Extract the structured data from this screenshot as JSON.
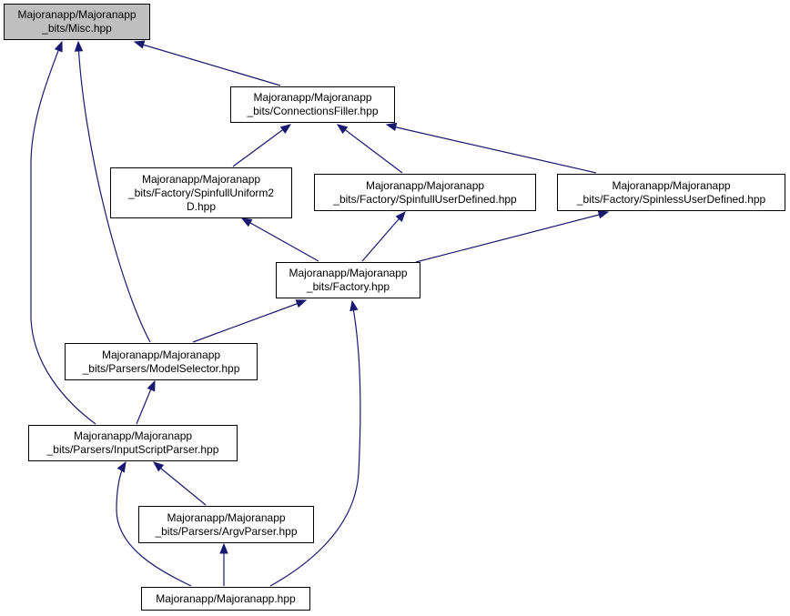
{
  "colors": {
    "edge": "#191970",
    "current_node_fill": "#bfbfbf",
    "node_fill": "#ffffff",
    "border": "#000000"
  },
  "nodes": {
    "misc": {
      "lines": [
        "Majoranapp/Majoranapp",
        "_bits/Misc.hpp"
      ]
    },
    "connections_filler": {
      "lines": [
        "Majoranapp/Majoranapp",
        "_bits/ConnectionsFiller.hpp"
      ]
    },
    "spinfull_uniform2d": {
      "lines": [
        "Majoranapp/Majoranapp",
        "_bits/Factory/SpinfullUniform2",
        "D.hpp"
      ]
    },
    "spinfull_user_defined": {
      "lines": [
        "Majoranapp/Majoranapp",
        "_bits/Factory/SpinfullUserDefined.hpp"
      ]
    },
    "spinless_user_defined": {
      "lines": [
        "Majoranapp/Majoranapp",
        "_bits/Factory/SpinlessUserDefined.hpp"
      ]
    },
    "factory": {
      "lines": [
        "Majoranapp/Majoranapp",
        "_bits/Factory.hpp"
      ]
    },
    "model_selector": {
      "lines": [
        "Majoranapp/Majoranapp",
        "_bits/Parsers/ModelSelector.hpp"
      ]
    },
    "input_script_parser": {
      "lines": [
        "Majoranapp/Majoranapp",
        "_bits/Parsers/InputScriptParser.hpp"
      ]
    },
    "argv_parser": {
      "lines": [
        "Majoranapp/Majoranapp",
        "_bits/Parsers/ArgvParser.hpp"
      ]
    },
    "majoranapp": {
      "lines": [
        "Majoranapp/Majoranapp.hpp"
      ]
    }
  }
}
